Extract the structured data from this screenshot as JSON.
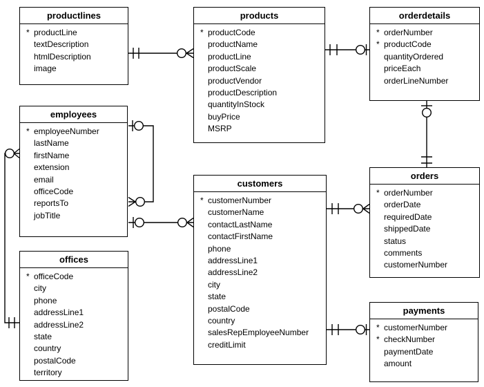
{
  "pk_marker": "*",
  "colors": {
    "line": "#000000",
    "background": "#ffffff",
    "text": "#000000"
  },
  "tables": [
    {
      "title": "productlines",
      "fields": [
        {
          "pk": true,
          "name": "productLine"
        },
        {
          "pk": false,
          "name": "textDescription"
        },
        {
          "pk": false,
          "name": "htmlDescription"
        },
        {
          "pk": false,
          "name": "image"
        }
      ]
    },
    {
      "title": "products",
      "fields": [
        {
          "pk": true,
          "name": "productCode"
        },
        {
          "pk": false,
          "name": "productName"
        },
        {
          "pk": false,
          "name": "productLine"
        },
        {
          "pk": false,
          "name": "productScale"
        },
        {
          "pk": false,
          "name": "productVendor"
        },
        {
          "pk": false,
          "name": "productDescription"
        },
        {
          "pk": false,
          "name": "quantityInStock"
        },
        {
          "pk": false,
          "name": "buyPrice"
        },
        {
          "pk": false,
          "name": "MSRP"
        }
      ]
    },
    {
      "title": "orderdetails",
      "fields": [
        {
          "pk": true,
          "name": "orderNumber"
        },
        {
          "pk": true,
          "name": "productCode"
        },
        {
          "pk": false,
          "name": "quantityOrdered"
        },
        {
          "pk": false,
          "name": "priceEach"
        },
        {
          "pk": false,
          "name": "orderLineNumber"
        }
      ]
    },
    {
      "title": "employees",
      "fields": [
        {
          "pk": true,
          "name": "employeeNumber"
        },
        {
          "pk": false,
          "name": "lastName"
        },
        {
          "pk": false,
          "name": "firstName"
        },
        {
          "pk": false,
          "name": "extension"
        },
        {
          "pk": false,
          "name": "email"
        },
        {
          "pk": false,
          "name": "officeCode"
        },
        {
          "pk": false,
          "name": "reportsTo"
        },
        {
          "pk": false,
          "name": "jobTitle"
        }
      ]
    },
    {
      "title": "orders",
      "fields": [
        {
          "pk": true,
          "name": "orderNumber"
        },
        {
          "pk": false,
          "name": "orderDate"
        },
        {
          "pk": false,
          "name": "requiredDate"
        },
        {
          "pk": false,
          "name": "shippedDate"
        },
        {
          "pk": false,
          "name": "status"
        },
        {
          "pk": false,
          "name": "comments"
        },
        {
          "pk": false,
          "name": "customerNumber"
        }
      ]
    },
    {
      "title": "offices",
      "fields": [
        {
          "pk": true,
          "name": "officeCode"
        },
        {
          "pk": false,
          "name": "city"
        },
        {
          "pk": false,
          "name": "phone"
        },
        {
          "pk": false,
          "name": "addressLine1"
        },
        {
          "pk": false,
          "name": "addressLine2"
        },
        {
          "pk": false,
          "name": "state"
        },
        {
          "pk": false,
          "name": "country"
        },
        {
          "pk": false,
          "name": "postalCode"
        },
        {
          "pk": false,
          "name": "territory"
        }
      ]
    },
    {
      "title": "customers",
      "fields": [
        {
          "pk": true,
          "name": "customerNumber"
        },
        {
          "pk": false,
          "name": "customerName"
        },
        {
          "pk": false,
          "name": "contactLastName"
        },
        {
          "pk": false,
          "name": "contactFirstName"
        },
        {
          "pk": false,
          "name": "phone"
        },
        {
          "pk": false,
          "name": "addressLine1"
        },
        {
          "pk": false,
          "name": "addressLine2"
        },
        {
          "pk": false,
          "name": "city"
        },
        {
          "pk": false,
          "name": "state"
        },
        {
          "pk": false,
          "name": "postalCode"
        },
        {
          "pk": false,
          "name": "country"
        },
        {
          "pk": false,
          "name": "salesRepEmployeeNumber"
        },
        {
          "pk": false,
          "name": "creditLimit"
        }
      ]
    },
    {
      "title": "payments",
      "fields": [
        {
          "pk": true,
          "name": "customerNumber"
        },
        {
          "pk": true,
          "name": "checkNumber"
        },
        {
          "pk": false,
          "name": "paymentDate"
        },
        {
          "pk": false,
          "name": "amount"
        }
      ]
    }
  ],
  "connectors": [
    {
      "from": "productlines",
      "from_card": "one-and-only-one",
      "to": "products",
      "to_card": "zero-or-many"
    },
    {
      "from": "products",
      "from_card": "one-and-only-one",
      "to": "orderdetails",
      "to_card": "zero-or-one"
    },
    {
      "from": "orders",
      "from_card": "one-and-only-one",
      "to": "orderdetails",
      "to_card": "zero-or-one"
    },
    {
      "from": "customers",
      "from_card": "one-and-only-one",
      "to": "orders",
      "to_card": "zero-or-many"
    },
    {
      "from": "employees",
      "from_card": "zero-or-one",
      "to": "customers",
      "to_card": "zero-or-many"
    },
    {
      "from": "customers",
      "from_card": "one-and-only-one",
      "to": "payments",
      "to_card": "zero-or-one"
    },
    {
      "from": "offices",
      "from_card": "one-and-only-one",
      "to": "employees",
      "to_card": "zero-or-many"
    },
    {
      "from": "employees.employeeNumber",
      "from_card": "zero-or-one",
      "to": "employees.reportsTo",
      "to_card": "zero-or-many"
    }
  ]
}
